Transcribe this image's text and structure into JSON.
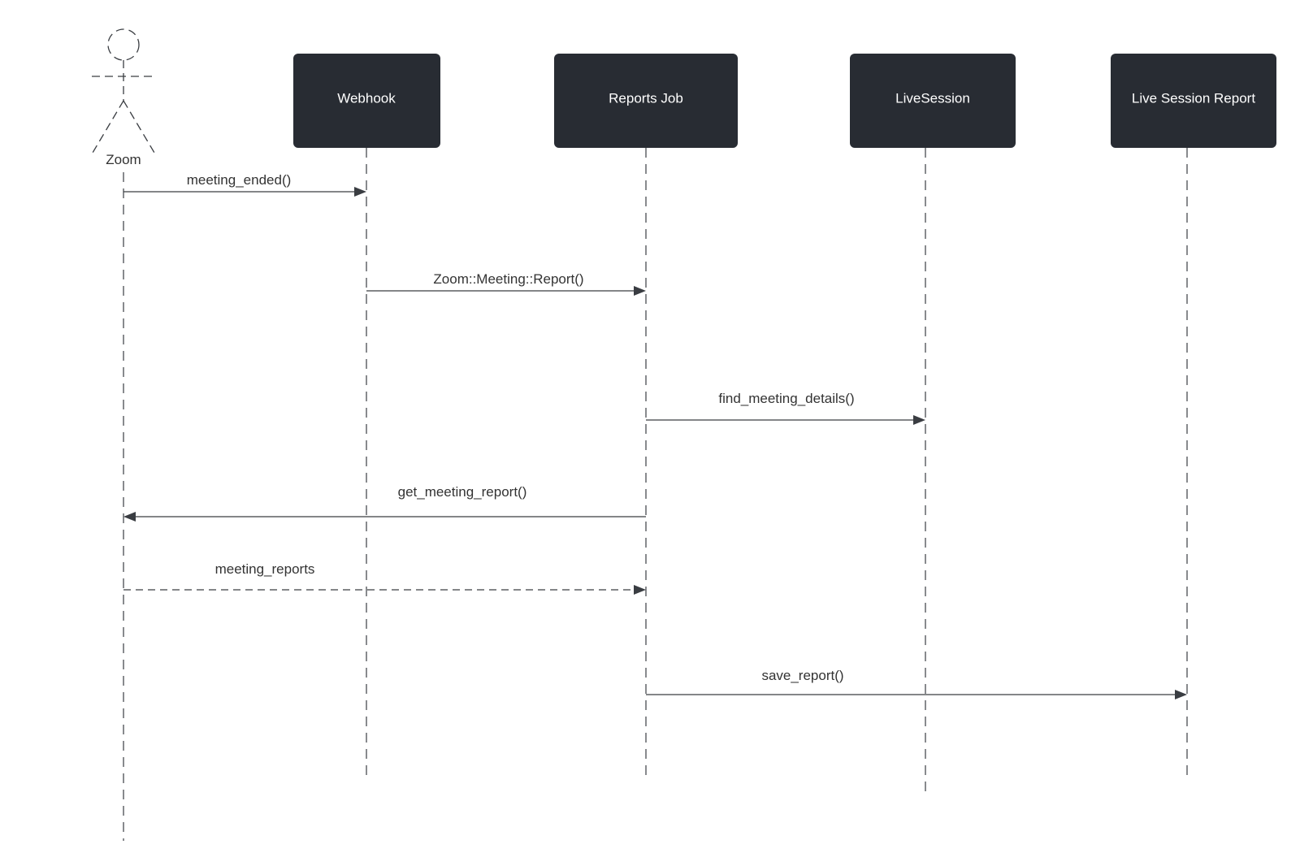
{
  "diagram": {
    "type": "sequence",
    "actor": {
      "label": "Zoom"
    },
    "participants": [
      {
        "id": "webhook",
        "label": "Webhook"
      },
      {
        "id": "reports_job",
        "label": "Reports Job"
      },
      {
        "id": "live_session",
        "label": "LiveSession"
      },
      {
        "id": "live_session_report",
        "label": "Live Session Report"
      }
    ],
    "messages": [
      {
        "from": "zoom",
        "to": "webhook",
        "label": "meeting_ended()",
        "style": "solid"
      },
      {
        "from": "webhook",
        "to": "reports_job",
        "label": "Zoom::Meeting::Report()",
        "style": "solid"
      },
      {
        "from": "reports_job",
        "to": "live_session",
        "label": "find_meeting_details()",
        "style": "solid"
      },
      {
        "from": "reports_job",
        "to": "zoom",
        "label": "get_meeting_report()",
        "style": "solid"
      },
      {
        "from": "zoom",
        "to": "reports_job",
        "label": "meeting_reports",
        "style": "dashed"
      },
      {
        "from": "reports_job",
        "to": "live_session_report",
        "label": "save_report()",
        "style": "solid"
      }
    ]
  }
}
